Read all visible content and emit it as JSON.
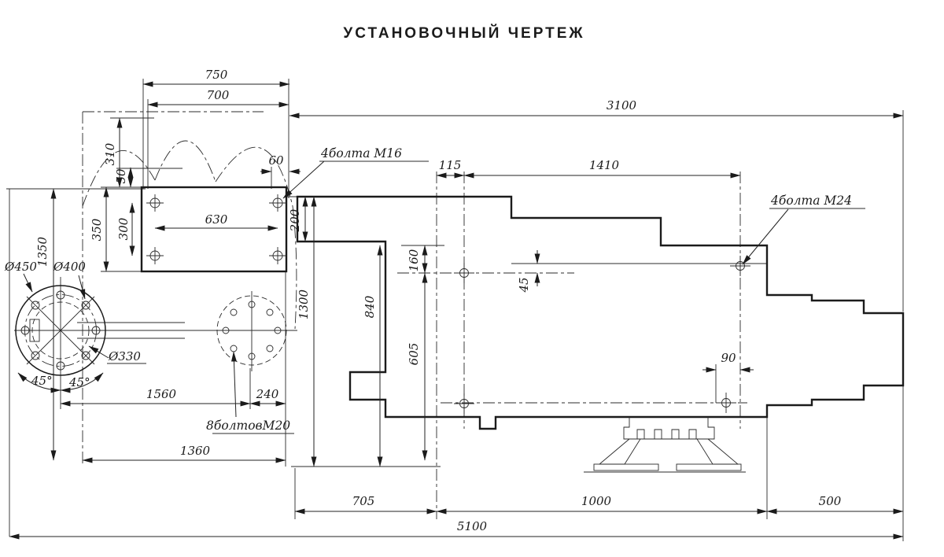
{
  "title": "УСТАНОВОЧНЫЙ ЧЕРТЕЖ",
  "colors": {
    "ink": "#1b1b1b",
    "paper": "#ffffff"
  },
  "annotations": {
    "bolts_m16": "4болта М16",
    "bolts_m24": "4болта М24",
    "bolts_m20": "8болтовМ20"
  },
  "dimensions": {
    "top_plate": {
      "width_outer": "750",
      "width_inner": "700",
      "edge_offset": "60",
      "hole_span_x": "630",
      "hole_span_y": "300",
      "plate_height": "350",
      "offset_top": "310",
      "offset_small": "50",
      "neck_height": "200"
    },
    "flange": {
      "dia_outer": "Ø450",
      "dia_bolt_circle": "Ø400",
      "dia_inner": "Ø330",
      "angle_left": "45°",
      "angle_right": "45°"
    },
    "bed": {
      "hole_offset": "115",
      "hole_span": "1410",
      "edge_to_holes": "160",
      "step": "45",
      "holes_to_floor": "605",
      "hole_edge": "90"
    },
    "overall": {
      "length_top": "3100",
      "length_bottom": "5100",
      "height_left": "1350",
      "height_mid": "1300",
      "height_bed": "840",
      "floor_left": "1360",
      "span_flange": "1560",
      "span_small": "240",
      "floor_a": "705",
      "floor_b": "1000",
      "floor_c": "500"
    }
  }
}
